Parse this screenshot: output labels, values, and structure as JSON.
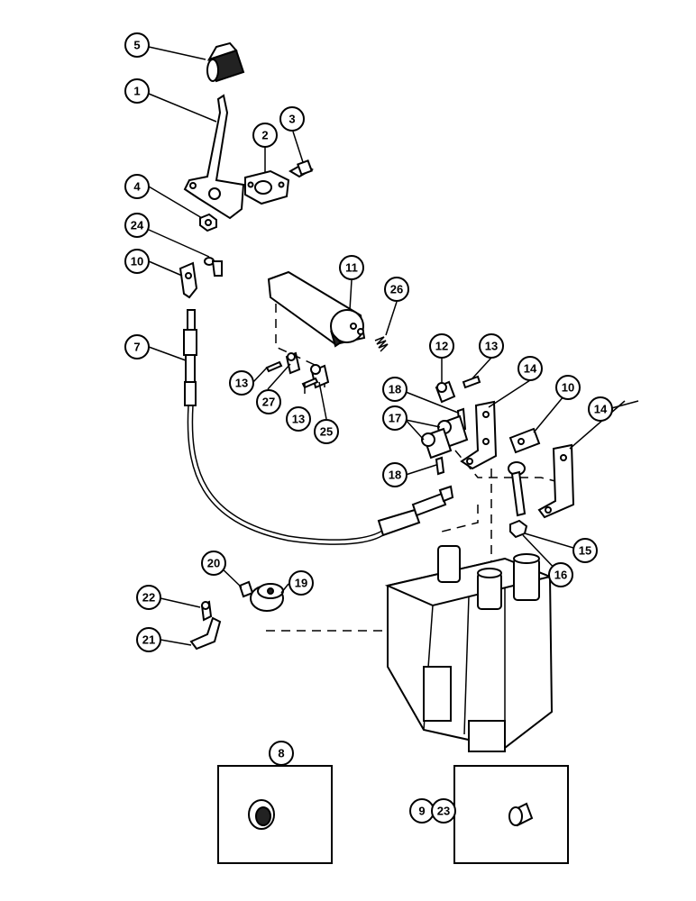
{
  "callouts": {
    "c1": "1",
    "c2": "2",
    "c3": "3",
    "c4": "4",
    "c5": "5",
    "c7": "7",
    "c8": "8",
    "c9": "9",
    "c10a": "10",
    "c10b": "10",
    "c11": "11",
    "c12": "12",
    "c13a": "13",
    "c13b": "13",
    "c13c": "13",
    "c14a": "14",
    "c14b": "14",
    "c15": "15",
    "c16": "16",
    "c17": "17",
    "c18a": "18",
    "c18b": "18",
    "c19": "19",
    "c20": "20",
    "c21": "21",
    "c22": "22",
    "c23": "23",
    "c24": "24",
    "c25": "25",
    "c26": "26",
    "c27": "27"
  }
}
